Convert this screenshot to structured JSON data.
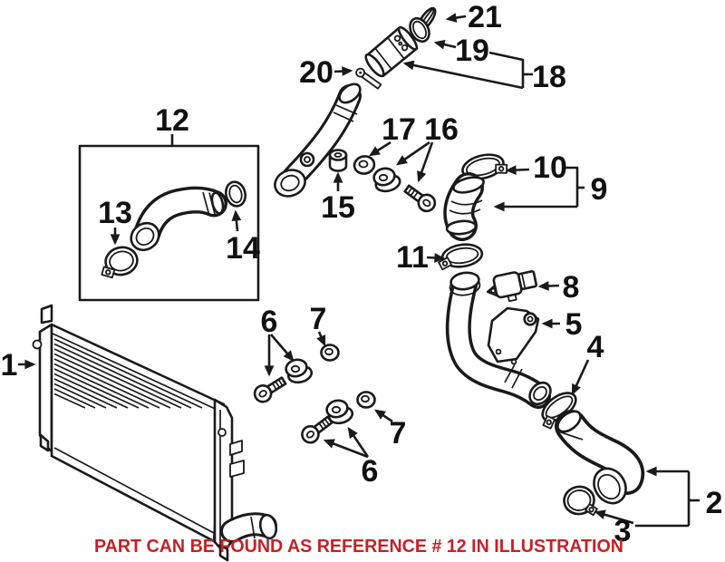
{
  "note": {
    "text": "PART CAN BE FOUND AS REFERENCE # 12 IN ILLUSTRATION",
    "color": "#C42127"
  },
  "style": {
    "background": "#FFFFFF",
    "line_color": "#1A1A1A"
  },
  "labels": {
    "l1": "1",
    "l2": "2",
    "l3": "3",
    "l4": "4",
    "l5": "5",
    "l6": "6",
    "l7": "7",
    "l8": "8",
    "l9": "9",
    "l10": "10",
    "l11": "11",
    "l12": "12",
    "l13": "13",
    "l14": "14",
    "l15": "15",
    "l16": "16",
    "l17": "17",
    "l18": "18",
    "l19": "19",
    "l20": "20",
    "l21": "21"
  }
}
